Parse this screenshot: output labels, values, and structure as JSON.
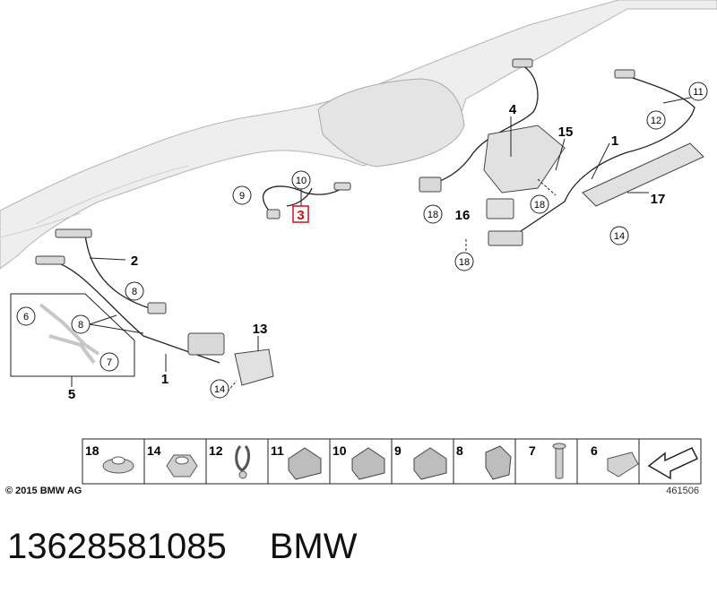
{
  "callouts": {
    "c1_top": "1",
    "c1_bottom": "1",
    "c2": "2",
    "c3": "3",
    "c4": "4",
    "c5": "5",
    "c6": "6",
    "c7": "7",
    "c8_a": "8",
    "c8_b": "8",
    "c9": "9",
    "c10": "10",
    "c11": "11",
    "c12": "12",
    "c13": "13",
    "c14_a": "14",
    "c14_b": "14",
    "c15": "15",
    "c16": "16",
    "c17": "17",
    "c18_a": "18",
    "c18_b": "18",
    "c18_c": "18"
  },
  "parts_strip": [
    {
      "number": "18",
      "icon": "nut-icon"
    },
    {
      "number": "14",
      "icon": "hex-nut-icon"
    },
    {
      "number": "12",
      "icon": "clip-icon"
    },
    {
      "number": "11",
      "icon": "cable-holder-icon"
    },
    {
      "number": "10",
      "icon": "cable-holder-icon"
    },
    {
      "number": "9",
      "icon": "cable-holder-icon"
    },
    {
      "number": "8",
      "icon": "cable-holder-icon"
    },
    {
      "number": "7",
      "icon": "rivet-icon"
    },
    {
      "number": "6",
      "icon": "sleeve-icon"
    },
    {
      "number": "",
      "icon": "arrow-icon"
    }
  ],
  "footer": {
    "copyright": "© 2015 BMW AG",
    "diagram_id": "461506"
  },
  "caption": {
    "part_number": "13628581085",
    "brand": "BMW"
  },
  "colors": {
    "highlight": "#d0101a",
    "exhaust_fill": "#eeeeee",
    "line": "#222222"
  }
}
